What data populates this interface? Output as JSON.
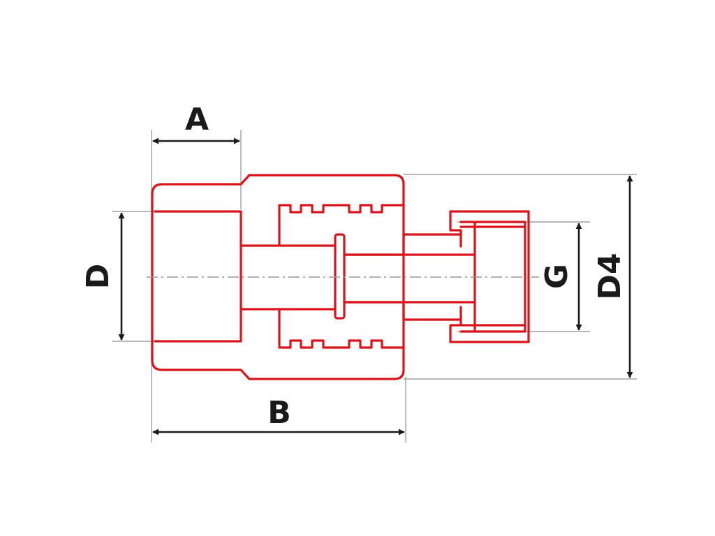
{
  "colors": {
    "fitting_outline": "#d9141c",
    "extension_lines": "#a0a0a0",
    "center_line": "#9a9a9a",
    "dimension_lines": "#1a1a1a",
    "label_text": "#1a1a1a",
    "background": "#ffffff"
  },
  "dimensions": {
    "A": {
      "label": "A",
      "orientation": "horizontal"
    },
    "B": {
      "label": "B",
      "orientation": "horizontal"
    },
    "D": {
      "label": "D",
      "orientation": "vertical"
    },
    "G": {
      "label": "G",
      "orientation": "vertical"
    },
    "D4": {
      "label": "D4",
      "orientation": "vertical"
    }
  }
}
